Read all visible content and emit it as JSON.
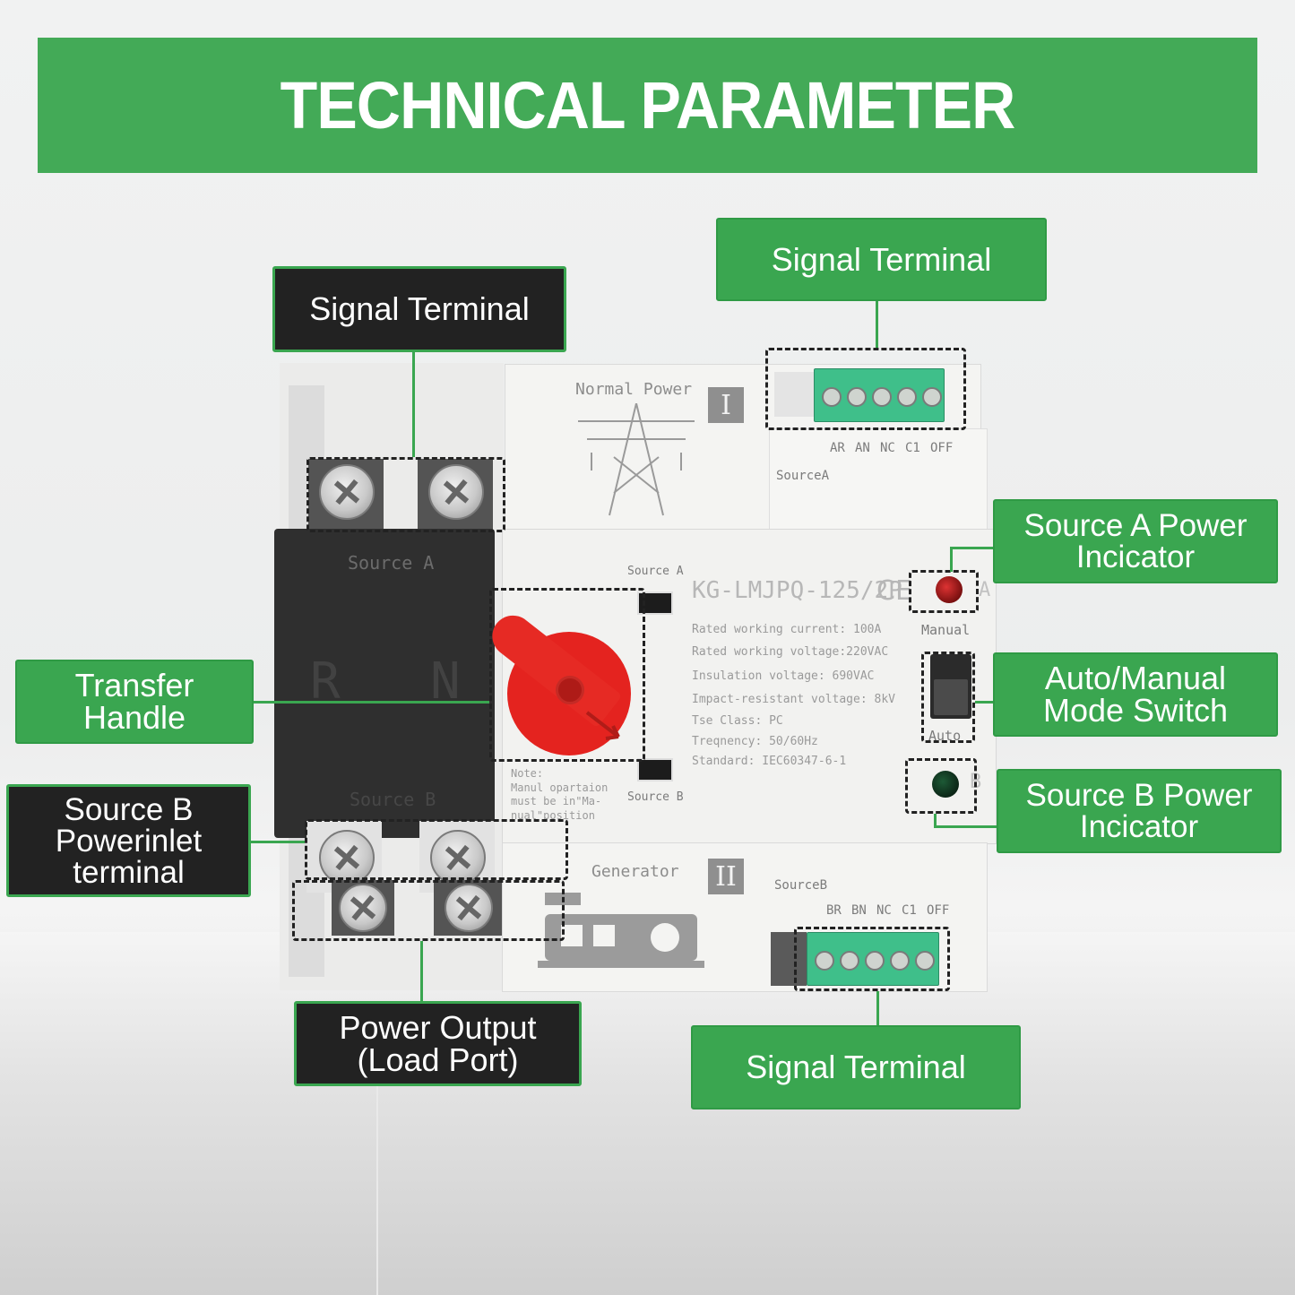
{
  "banner": {
    "title": "TECHNICAL PARAMETER"
  },
  "callouts": {
    "signal_terminal_top_left": "Signal Terminal",
    "signal_terminal_top_right": "Signal Terminal",
    "source_a_indicator": "Source A Power\nIncicator",
    "transfer_handle": "Transfer\nHandle",
    "auto_manual_switch": "Auto/Manual\nMode Switch",
    "source_b_inlet": "Source B\nPowerinlet\nterminal",
    "source_b_indicator": "Source B Power\nIncicator",
    "power_output": "Power Output\n(Load Port)",
    "signal_terminal_bottom": "Signal Terminal"
  },
  "device": {
    "normal_power": "Normal Power",
    "roman_one": "I",
    "roman_two": "II",
    "source_a_panel": "Source A",
    "source_b_panel": "Source B",
    "pole_r": "R",
    "pole_n": "N",
    "top_terminal_labels": [
      "AR",
      "AN",
      "NC",
      "C1",
      "OFF"
    ],
    "bottom_terminal_labels": [
      "BR",
      "BN",
      "NC",
      "C1",
      "OFF"
    ],
    "source_a_tag": "SourceA",
    "source_b_tag": "SourceB",
    "slot_source_a": "Source A",
    "slot_source_b": "Source B",
    "model": "KG-LMJPQ-125/2P",
    "ce_mark": "CE",
    "led_a_letter": "A",
    "led_b_letter": "B",
    "manual_label": "Manual",
    "auto_label": "Auto",
    "specs": [
      "Rated working current:  100A",
      "Rated working voltage:220VAC",
      "Insulation voltage: 690VAC",
      "Impact-resistant voltage: 8kV",
      "Tse Class:                PC",
      "Treqnency:             50/60Hz",
      "Standard:           IEC60347-6-1"
    ],
    "note": "Note:\nManul opartaion\nmust be in\"Ma-\nnual\"position",
    "generator": "Generator"
  },
  "colors": {
    "accent_green": "#43aa57",
    "dark_label": "#222222",
    "handle_red": "#e4231f",
    "terminal_green": "#3fbf8a"
  }
}
